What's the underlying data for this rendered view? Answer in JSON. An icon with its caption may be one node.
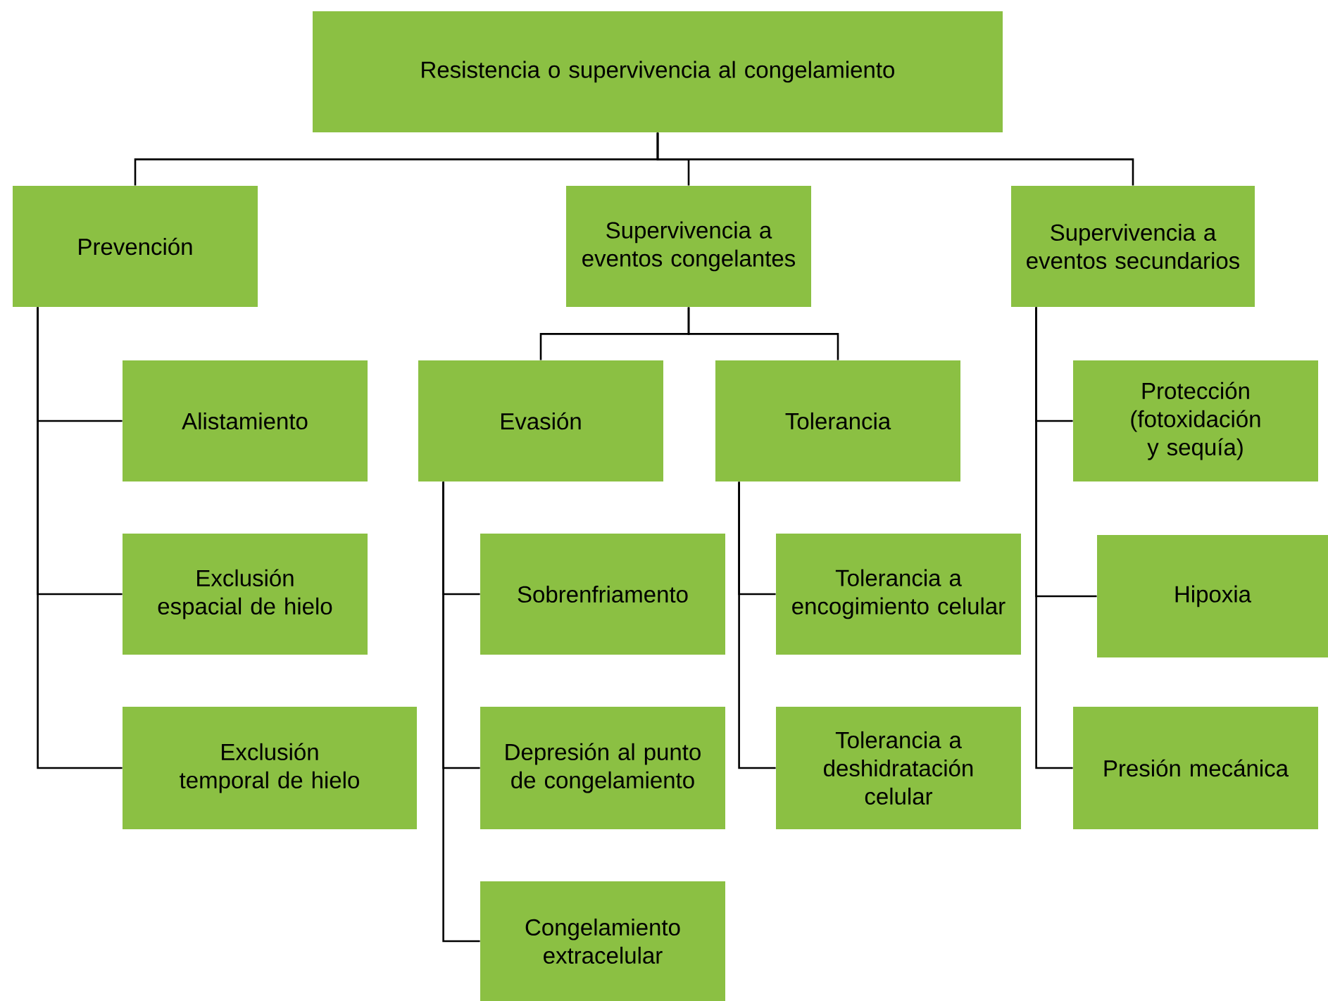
{
  "diagram": {
    "nodes": [
      {
        "text": [
          "Resistencia o supervivencia al congelamiento"
        ]
      },
      {
        "text": [
          "Prevención"
        ]
      },
      {
        "text": [
          "Supervivencia a eventos congelantes"
        ]
      },
      {
        "text": [
          "Supervivencia a eventos secundarios"
        ]
      },
      {
        "text": [
          "Alistamiento"
        ]
      },
      {
        "text": [
          "Exclusión espacial de hielo"
        ]
      },
      {
        "text": [
          "Exclusión temporal de hielo"
        ]
      },
      {
        "text": [
          "Evasión"
        ]
      },
      {
        "text": [
          "Tolerancia"
        ]
      },
      {
        "text": [
          "Sobrenfriamento"
        ]
      },
      {
        "text": [
          "Depresión al punto de congelamiento"
        ]
      },
      {
        "text": [
          "Congelamiento extracelular"
        ]
      },
      {
        "text": [
          "Tolerancia a encogimiento celular"
        ]
      },
      {
        "text": [
          "Tolerancia a deshidratación celular"
        ]
      },
      {
        "text": [
          "Protección (fotoxidación y sequía)"
        ]
      },
      {
        "text": [
          "Hipoxia"
        ]
      },
      {
        "text": [
          "Presión mecánica"
        ]
      }
    ],
    "edges": [
      {
        "from": 0,
        "to": 1,
        "arrow": "none"
      },
      {
        "from": 0,
        "to": 2,
        "arrow": "none"
      },
      {
        "from": 0,
        "to": 3,
        "arrow": "none"
      },
      {
        "from": 1,
        "to": 4,
        "arrow": "none"
      },
      {
        "from": 1,
        "to": 5,
        "arrow": "none"
      },
      {
        "from": 1,
        "to": 6,
        "arrow": "none"
      },
      {
        "from": 2,
        "to": 7,
        "arrow": "none"
      },
      {
        "from": 2,
        "to": 8,
        "arrow": "none"
      },
      {
        "from": 7,
        "to": 9,
        "arrow": "none"
      },
      {
        "from": 7,
        "to": 10,
        "arrow": "none"
      },
      {
        "from": 7,
        "to": 11,
        "arrow": "none"
      },
      {
        "from": 8,
        "to": 12,
        "arrow": "none"
      },
      {
        "from": 8,
        "to": 13,
        "arrow": "none"
      },
      {
        "from": 3,
        "to": 14,
        "arrow": "none"
      },
      {
        "from": 3,
        "to": 15,
        "arrow": "none"
      },
      {
        "from": 3,
        "to": 16,
        "arrow": "none"
      }
    ]
  }
}
